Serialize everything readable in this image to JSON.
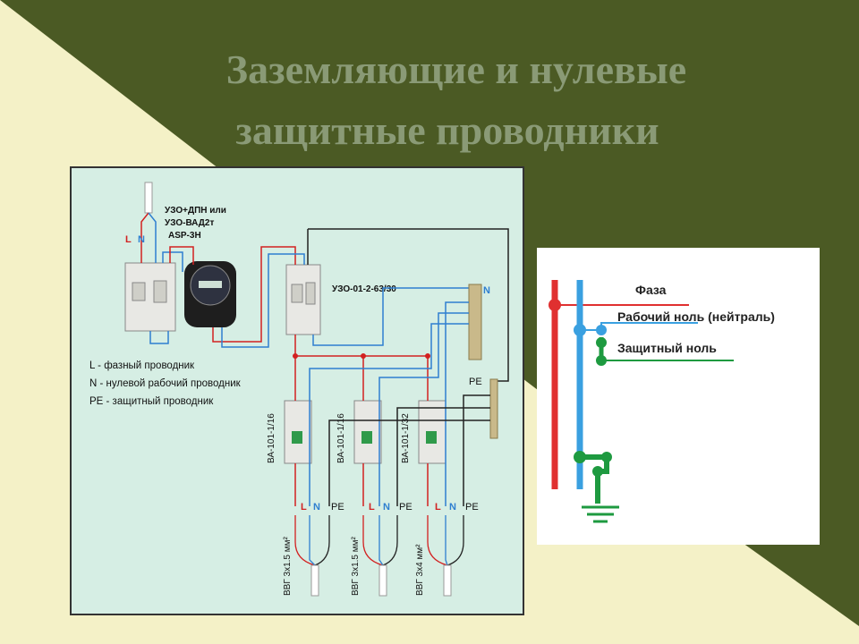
{
  "slide": {
    "title_line1": "Заземляющие и нулевые",
    "title_line2": "защитные проводники",
    "colors": {
      "dark_green": "#4b5a24",
      "cream": "#f4f1c7",
      "title": "#8a9a76"
    }
  },
  "left_diagram": {
    "device_labels": {
      "uzo_dpn_1": "УЗО+ДПН или",
      "uzo_dpn_2": "УЗО-ВАД2т",
      "uzo_dpn_3": "ASP-3H",
      "uzo_main": "УЗО-01-2-63/30"
    },
    "bus_labels": {
      "n_bus": "N",
      "pe_bus": "PE"
    },
    "input_labels": {
      "l": "L",
      "n": "N"
    },
    "legend": [
      "L - фазный проводник",
      "N - нулевой рабочий проводник",
      "PE - защитный проводник"
    ],
    "breakers": [
      "ВА-101-1/16",
      "ВА-101-1/16",
      "ВА-101-1/32"
    ],
    "outputs": [
      {
        "l": "L",
        "n": "N",
        "pe": "PE",
        "cable": "ВВГ 3х1.5 мм²"
      },
      {
        "l": "L",
        "n": "N",
        "pe": "PE",
        "cable": "ВВГ 3х1.5 мм²"
      },
      {
        "l": "L",
        "n": "N",
        "pe": "PE",
        "cable": "ВВГ 3х4 мм²"
      }
    ],
    "colors": {
      "phase": "#d22020",
      "neutral": "#2f7fd0",
      "pe": "#222222",
      "panel": "#d6eee4"
    }
  },
  "right_diagram": {
    "labels": {
      "phase": "Фаза",
      "work_neutral": "Рабочий ноль (нейтраль)",
      "protective": "Защитный ноль"
    },
    "colors": {
      "phase": "#e03030",
      "neutral": "#3aa0e0",
      "ground": "#1e9a40"
    }
  }
}
